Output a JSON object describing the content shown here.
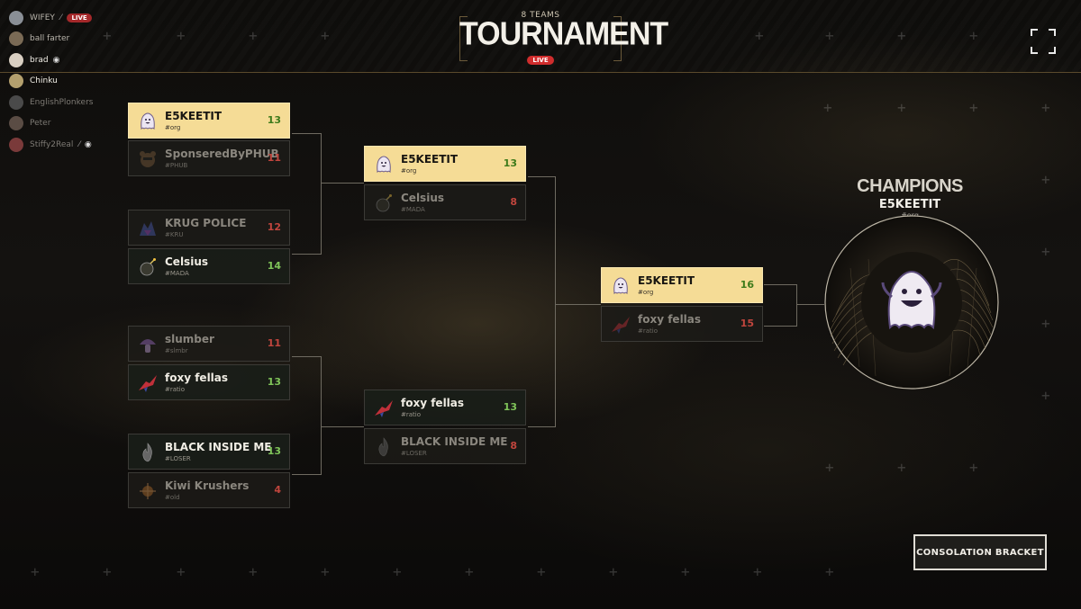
{
  "party": [
    {
      "name": "WIFEY",
      "live": "LIVE",
      "mic": true,
      "eye": false,
      "style": "normal",
      "avatar_color": "#8a8f96"
    },
    {
      "name": "ball farter",
      "live": "",
      "mic": false,
      "eye": false,
      "style": "normal",
      "avatar_color": "#7a6a55"
    },
    {
      "name": "brad",
      "live": "",
      "mic": false,
      "eye": true,
      "style": "bright",
      "avatar_color": "#d9cfc2"
    },
    {
      "name": "Chinku",
      "live": "",
      "mic": false,
      "eye": false,
      "style": "bright",
      "avatar_color": "#b4a06e"
    },
    {
      "name": "EnglishPlonkers",
      "live": "",
      "mic": false,
      "eye": false,
      "style": "faded",
      "avatar_color": "#4a4a4a"
    },
    {
      "name": "Peter",
      "live": "",
      "mic": false,
      "eye": false,
      "style": "faded",
      "avatar_color": "#5a4c44"
    },
    {
      "name": "Stiffy2Real",
      "live": "",
      "mic": true,
      "eye": true,
      "style": "faded",
      "avatar_color": "#7a3a3a"
    }
  ],
  "header": {
    "teams": "8 TEAMS",
    "title": "TOURNAMENT",
    "live": "LIVE"
  },
  "round1": [
    {
      "name": "E5KEETIT",
      "tag": "#org",
      "score": "13",
      "state": "gold",
      "logo": "ghost-logo"
    },
    {
      "name": "SponseredByPHUB",
      "tag": "#PHUB",
      "score": "11",
      "state": "lose",
      "logo": "bear-logo"
    },
    {
      "name": "KRUG POLICE",
      "tag": "#KRU",
      "score": "12",
      "state": "lose",
      "logo": "dragon-logo"
    },
    {
      "name": "Celsius",
      "tag": "#MADA",
      "score": "14",
      "state": "win",
      "logo": "bomb-logo"
    },
    {
      "name": "slumber",
      "tag": "#slmbr",
      "score": "11",
      "state": "lose",
      "logo": "mushroom-logo"
    },
    {
      "name": "foxy fellas",
      "tag": "#ratio",
      "score": "13",
      "state": "win",
      "logo": "fox-logo"
    },
    {
      "name": "BLACK INSIDE ME",
      "tag": "#LOSER",
      "score": "13",
      "state": "win",
      "logo": "flame-logo"
    },
    {
      "name": "Kiwi Krushers",
      "tag": "#old",
      "score": "4",
      "state": "lose",
      "logo": "kiwi-logo"
    }
  ],
  "round2": [
    {
      "name": "E5KEETIT",
      "tag": "#org",
      "score": "13",
      "state": "gold",
      "logo": "ghost-logo"
    },
    {
      "name": "Celsius",
      "tag": "#MADA",
      "score": "8",
      "state": "lose",
      "logo": "bomb-logo"
    },
    {
      "name": "foxy fellas",
      "tag": "#ratio",
      "score": "13",
      "state": "win",
      "logo": "fox-logo"
    },
    {
      "name": "BLACK INSIDE ME",
      "tag": "#LOSER",
      "score": "8",
      "state": "lose",
      "logo": "flame-logo"
    }
  ],
  "final": [
    {
      "name": "E5KEETIT",
      "tag": "#org",
      "score": "16",
      "state": "gold",
      "logo": "ghost-logo"
    },
    {
      "name": "foxy fellas",
      "tag": "#ratio",
      "score": "15",
      "state": "lose",
      "logo": "fox-logo"
    }
  ],
  "champions": {
    "label": "CHAMPIONS",
    "name": "E5KEETIT",
    "tag": "#org"
  },
  "consolation_label": "CONSOLATION BRACKET",
  "colors": {
    "gold": "#f5dc96",
    "win_score": "#7fc459",
    "lose_score": "#c0453d",
    "live": "#d02d2d"
  }
}
